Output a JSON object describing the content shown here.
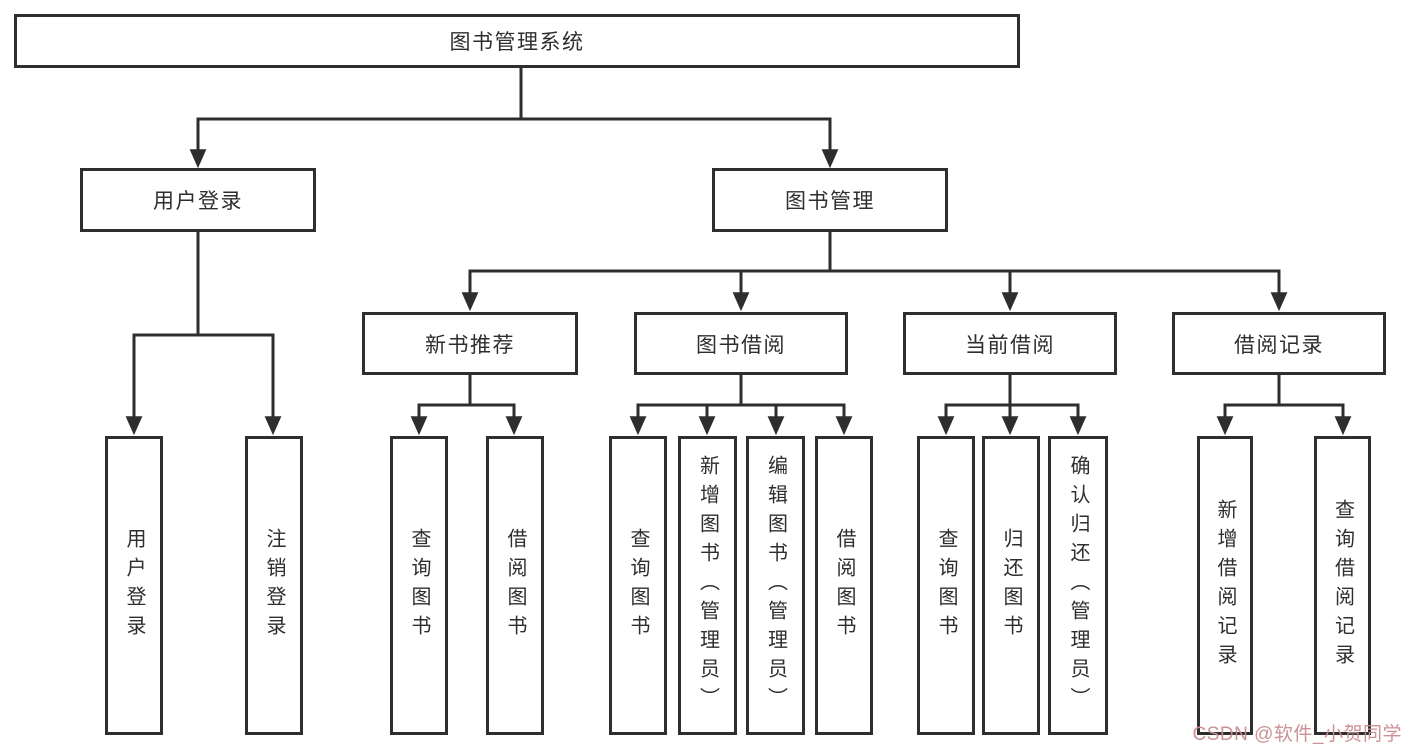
{
  "diagram": {
    "title": "图书管理系统",
    "nodes": {
      "root": "图书管理系统",
      "l2": [
        "用户登录",
        "图书管理"
      ],
      "l3": [
        "新书推荐",
        "图书借阅",
        "当前借阅",
        "借阅记录"
      ],
      "leaves": [
        "用户登录",
        "注销登录",
        "查询图书",
        "借阅图书",
        "查询图书",
        "新增图书（管理员）",
        "编辑图书（管理员）",
        "借阅图书",
        "查询图书",
        "归还图书",
        "确认归还（管理员）",
        "新增借阅记录",
        "查询借阅记录"
      ]
    },
    "hierarchy": {
      "用户登录": [
        "用户登录",
        "注销登录"
      ],
      "图书管理": [
        "新书推荐",
        "图书借阅",
        "当前借阅",
        "借阅记录"
      ],
      "新书推荐": [
        "查询图书",
        "借阅图书"
      ],
      "图书借阅": [
        "查询图书",
        "新增图书（管理员）",
        "编辑图书（管理员）",
        "借阅图书"
      ],
      "当前借阅": [
        "查询图书",
        "归还图书",
        "确认归还（管理员）"
      ],
      "借阅记录": [
        "新增借阅记录",
        "查询借阅记录"
      ]
    },
    "colors": {
      "line": "#2e2e2e",
      "box_background": "#ffffff",
      "watermark": "#c98b90"
    },
    "watermark": "CSDN @软件_小贺同学"
  }
}
